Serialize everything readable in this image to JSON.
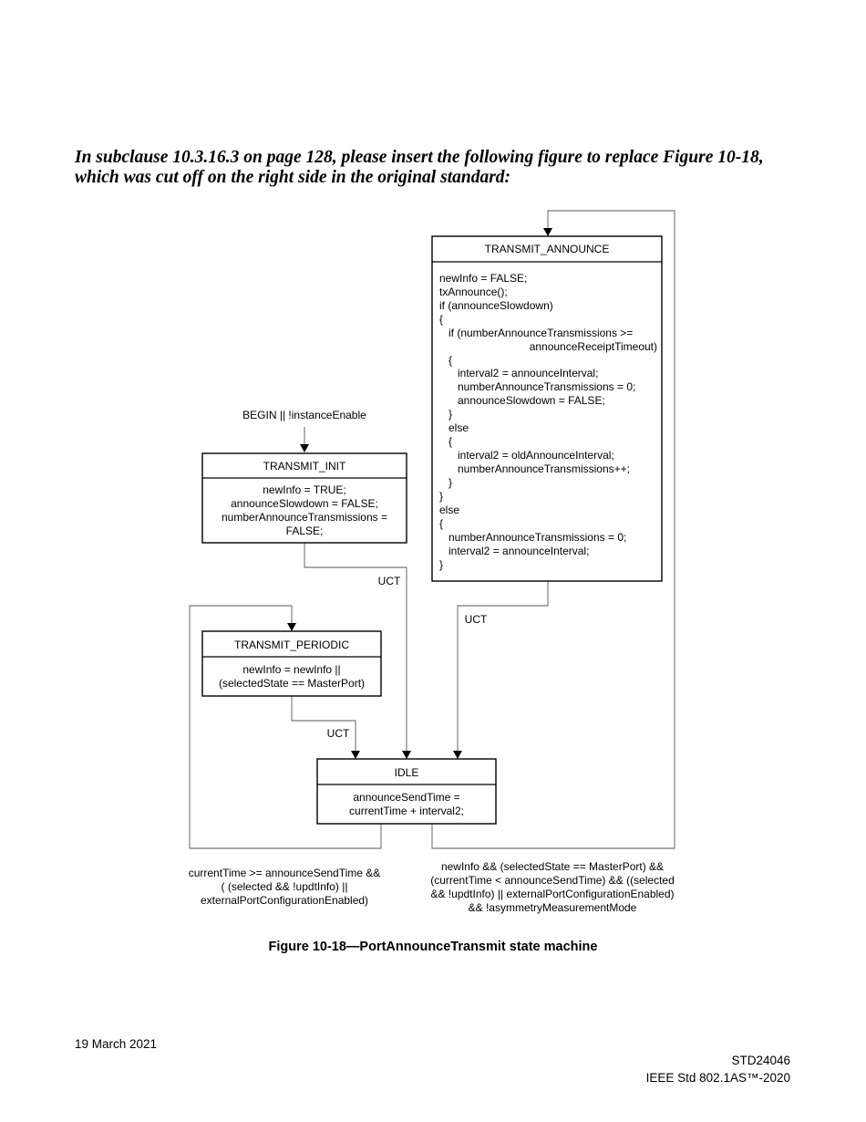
{
  "instruction": "In subclause 10.3.16.3 on page 128, please insert the following figure to replace Figure 10-18, which was cut off on the right side in the original standard:",
  "diagram": {
    "begin_label": "BEGIN || !instanceEnable",
    "states": {
      "transmit_announce": {
        "title": "TRANSMIT_ANNOUNCE",
        "lines": [
          "newInfo = FALSE;",
          "txAnnounce();",
          "if (announceSlowdown)",
          "{",
          "if (numberAnnounceTransmissions >=",
          "announceReceiptTimeout)",
          "{",
          "interval2 = announceInterval;",
          "numberAnnounceTransmissions = 0;",
          "announceSlowdown = FALSE;",
          "}",
          "else",
          "{",
          "interval2 = oldAnnounceInterval;",
          "numberAnnounceTransmissions++;",
          "}",
          "}",
          "else",
          "{",
          "numberAnnounceTransmissions = 0;",
          "interval2 = announceInterval;",
          "}"
        ]
      },
      "transmit_init": {
        "title": "TRANSMIT_INIT",
        "lines": [
          "newInfo = TRUE;",
          "announceSlowdown = FALSE;",
          "numberAnnounceTransmissions =",
          "FALSE;"
        ]
      },
      "transmit_periodic": {
        "title": "TRANSMIT_PERIODIC",
        "lines": [
          "newInfo = newInfo ||",
          "(selectedState == MasterPort)"
        ]
      },
      "idle": {
        "title": "IDLE",
        "lines": [
          "announceSendTime =",
          "currentTime + interval2;"
        ]
      }
    },
    "transitions": {
      "init_to_idle": "UCT",
      "announce_to_idle": "UCT",
      "periodic_to_idle": "UCT",
      "idle_to_periodic": [
        "currentTime >= announceSendTime &&",
        "( (selected && !updtInfo) ||",
        "externalPortConfigurationEnabled)"
      ],
      "idle_to_announce": [
        "newInfo && (selectedState == MasterPort) &&",
        "(currentTime < announceSendTime) && ((selected",
        "&& !updtInfo) || externalPortConfigurationEnabled)",
        "&& !asymmetryMeasurementMode"
      ]
    }
  },
  "caption": "Figure 10-18—PortAnnounceTransmit state machine",
  "footer": {
    "date": "19 March 2021",
    "doc_number": "STD24046",
    "standard": "IEEE Std 802.1AS™-2020"
  }
}
